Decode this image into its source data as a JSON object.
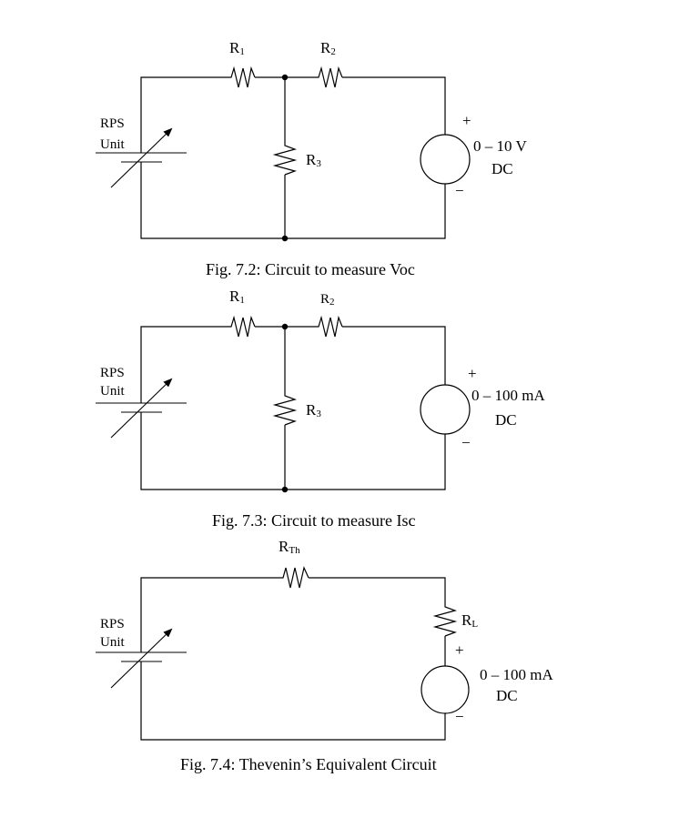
{
  "fig72": {
    "r1": "R",
    "r1_sub": "1",
    "r2": "R",
    "r2_sub": "2",
    "r3": "R",
    "r3_sub": "3",
    "rps_line1": "RPS",
    "rps_line2": "Unit",
    "plus": "+",
    "minus": "−",
    "meter_range": "0 – 10 V",
    "meter_type": "DC",
    "caption": "Fig. 7.2: Circuit to measure Voc"
  },
  "fig73": {
    "r1": "R",
    "r1_sub": "1",
    "r2": "R",
    "r2_sub": "2",
    "r3": "R",
    "r3_sub": "3",
    "rps_line1": "RPS",
    "rps_line2": "Unit",
    "plus": "+",
    "minus": "−",
    "meter_range": "0 – 100 mA",
    "meter_type": "DC",
    "caption": "Fig. 7.3: Circuit to measure Isc"
  },
  "fig74": {
    "rth": "R",
    "rth_sub": "Th",
    "rl": "R",
    "rl_sub": "L",
    "rps_line1": "RPS",
    "rps_line2": "Unit",
    "plus": "+",
    "minus": "−",
    "meter_range": "0 – 100 mA",
    "meter_type": "DC",
    "caption": "Fig. 7.4: Thevenin’s Equivalent Circuit"
  }
}
